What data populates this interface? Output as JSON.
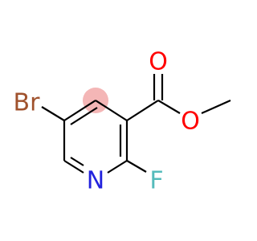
{
  "molecule": {
    "atoms": {
      "br": {
        "label": "Br",
        "color": "#a0522d"
      },
      "n": {
        "label": "N",
        "color": "#2222dd"
      },
      "f": {
        "label": "F",
        "color": "#55bbbb"
      },
      "o_carbonyl": {
        "label": "O",
        "color": "#ff0000"
      },
      "o_ester": {
        "label": "O",
        "color": "#ff0000"
      }
    },
    "highlight": {
      "color": "#f4b6b6"
    },
    "bond_color": "#000000"
  }
}
